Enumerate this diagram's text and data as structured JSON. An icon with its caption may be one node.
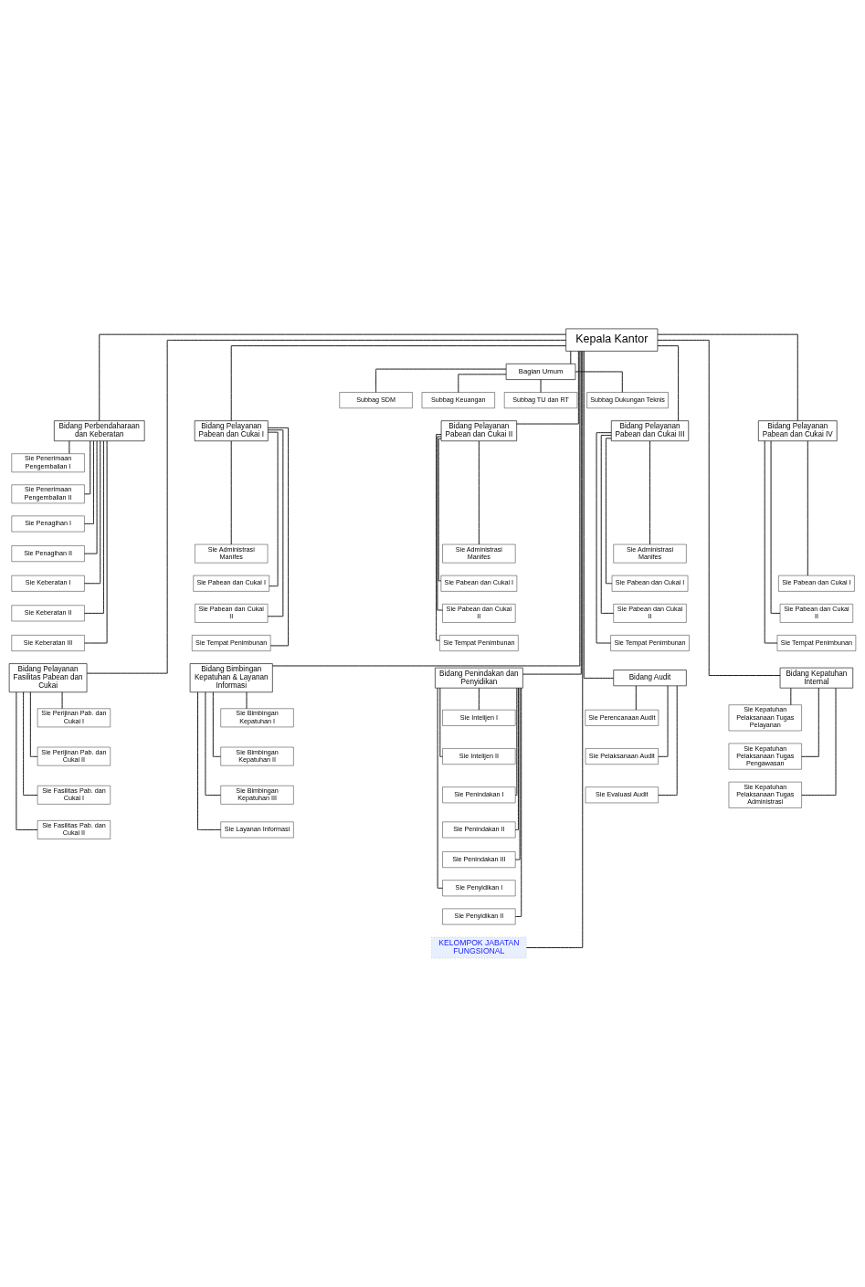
{
  "diagram": {
    "nodes": [
      {
        "text": [
          "Kepala Kantor"
        ]
      },
      {
        "text": [
          "Bagian Umum"
        ]
      },
      {
        "text": [
          "Subbag SDM"
        ]
      },
      {
        "text": [
          "Subbag Keuangan"
        ]
      },
      {
        "text": [
          "Subbag TU dan RT"
        ]
      },
      {
        "text": [
          "Subbag Dukungan Teknis"
        ]
      },
      {
        "text": [
          "Bidang Perbendaharaan dan Keberatan"
        ]
      },
      {
        "text": [
          "Sie Penerimaan Pengembalian I"
        ]
      },
      {
        "text": [
          "Sie Penerimaan Pengembalian II"
        ]
      },
      {
        "text": [
          "Sie Penagihan I"
        ]
      },
      {
        "text": [
          "Sie Penagihan II"
        ]
      },
      {
        "text": [
          "Sie Keberatan I"
        ]
      },
      {
        "text": [
          "Sie Keberatan II"
        ]
      },
      {
        "text": [
          "Sie Keberatan III"
        ]
      },
      {
        "text": [
          "Bidang Pelayanan Pabean dan Cukai I"
        ]
      },
      {
        "text": [
          "Sie Administrasi Manifes"
        ]
      },
      {
        "text": [
          "Sie Pabean dan Cukai I"
        ]
      },
      {
        "text": [
          "Sie Pabean dan Cukai II"
        ]
      },
      {
        "text": [
          "Sie Tempat Penimbunan"
        ]
      },
      {
        "text": [
          "Bidang Pelayanan Pabean dan Cukai II"
        ]
      },
      {
        "text": [
          "Sie Administrasi Manifes"
        ]
      },
      {
        "text": [
          "Sie Pabean dan Cukai I"
        ]
      },
      {
        "text": [
          "Sie Pabean dan Cukai II"
        ]
      },
      {
        "text": [
          "Sie Tempat Penimbunan"
        ]
      },
      {
        "text": [
          "Bidang Pelayanan Pabean dan Cukai III"
        ]
      },
      {
        "text": [
          "Sie Administrasi Manifes"
        ]
      },
      {
        "text": [
          "Sie Pabean dan Cukai I"
        ]
      },
      {
        "text": [
          "Sie Pabean dan Cukai II"
        ]
      },
      {
        "text": [
          "Sie Tempat Penimbunan"
        ]
      },
      {
        "text": [
          "Bidang Pelayanan Pabean dan Cukai IV"
        ]
      },
      {
        "text": [
          "Sie Pabean dan Cukai I"
        ]
      },
      {
        "text": [
          "Sie Pabean dan Cukai II"
        ]
      },
      {
        "text": [
          "Sie Tempat Penimbunan"
        ]
      },
      {
        "text": [
          "Bidang Pelayanan Fasilitas Pabean dan Cukai"
        ]
      },
      {
        "text": [
          "Sie Perijinan Pab. dan Cukai I"
        ]
      },
      {
        "text": [
          "Sie Perijinan Pab. dan Cukai II"
        ]
      },
      {
        "text": [
          "Sie Fasilitas Pab. dan Cukai I"
        ]
      },
      {
        "text": [
          "Sie Fasilitas Pab. dan Cukai II"
        ]
      },
      {
        "text": [
          "Bidang Bimbingan Kepatuhan & Layanan Informasi"
        ]
      },
      {
        "text": [
          "Sie Bimbingan Kepatuhan I"
        ]
      },
      {
        "text": [
          "Sie Bimbingan Kepatuhan II"
        ]
      },
      {
        "text": [
          "Sie Bimbingan Kepatuhan III"
        ]
      },
      {
        "text": [
          "Sie Layanan Informasi"
        ]
      },
      {
        "text": [
          "Bidang Penindakan dan Penyidikan"
        ]
      },
      {
        "text": [
          "Sie Intelijen I"
        ]
      },
      {
        "text": [
          "Sie Intelijen II"
        ]
      },
      {
        "text": [
          "Sie Penindakan I"
        ]
      },
      {
        "text": [
          "Sie Penindakan II"
        ]
      },
      {
        "text": [
          "Sie Penindakan III"
        ]
      },
      {
        "text": [
          "Sie Penyidikan I"
        ]
      },
      {
        "text": [
          "Sie Penyidikan II"
        ]
      },
      {
        "text": [
          "Bidang Audit"
        ]
      },
      {
        "text": [
          "Sie Perencanaan Audit"
        ]
      },
      {
        "text": [
          "Sie Pelaksanaan Audit"
        ]
      },
      {
        "text": [
          "Sie Evaluasi Audit"
        ]
      },
      {
        "text": [
          "Bidang Kepatuhan Internal"
        ]
      },
      {
        "text": [
          "Sie Kepatuhan Pelaksanaan Tugas Pelayanan"
        ]
      },
      {
        "text": [
          "Sie Kepatuhan Pelaksanaan Tugas Pengawasan"
        ]
      },
      {
        "text": [
          "Sie Kepatuhan Pelaksanaan Tugas Administrasi"
        ]
      },
      {
        "text": [
          "KELOMPOK JABATAN FUNGSIONAL"
        ]
      }
    ],
    "edges": [
      {
        "from": 0,
        "to": 1,
        "arrow": "none"
      },
      {
        "from": 1,
        "to": 2,
        "arrow": "none"
      },
      {
        "from": 1,
        "to": 3,
        "arrow": "none"
      },
      {
        "from": 1,
        "to": 4,
        "arrow": "none"
      },
      {
        "from": 1,
        "to": 5,
        "arrow": "none"
      },
      {
        "from": 0,
        "to": 6,
        "arrow": "none"
      },
      {
        "from": 6,
        "to": 7,
        "arrow": "none"
      },
      {
        "from": 6,
        "to": 8,
        "arrow": "none"
      },
      {
        "from": 6,
        "to": 9,
        "arrow": "none"
      },
      {
        "from": 6,
        "to": 10,
        "arrow": "none"
      },
      {
        "from": 6,
        "to": 11,
        "arrow": "none"
      },
      {
        "from": 6,
        "to": 12,
        "arrow": "none"
      },
      {
        "from": 6,
        "to": 13,
        "arrow": "none"
      },
      {
        "from": 0,
        "to": 14,
        "arrow": "none"
      },
      {
        "from": 14,
        "to": 15,
        "arrow": "none"
      },
      {
        "from": 14,
        "to": 16,
        "arrow": "none"
      },
      {
        "from": 14,
        "to": 17,
        "arrow": "none"
      },
      {
        "from": 14,
        "to": 18,
        "arrow": "none"
      },
      {
        "from": 0,
        "to": 19,
        "arrow": "none"
      },
      {
        "from": 19,
        "to": 20,
        "arrow": "none"
      },
      {
        "from": 19,
        "to": 21,
        "arrow": "none"
      },
      {
        "from": 19,
        "to": 22,
        "arrow": "none"
      },
      {
        "from": 19,
        "to": 23,
        "arrow": "none"
      },
      {
        "from": 0,
        "to": 24,
        "arrow": "none"
      },
      {
        "from": 24,
        "to": 25,
        "arrow": "none"
      },
      {
        "from": 24,
        "to": 26,
        "arrow": "none"
      },
      {
        "from": 24,
        "to": 27,
        "arrow": "none"
      },
      {
        "from": 24,
        "to": 28,
        "arrow": "none"
      },
      {
        "from": 0,
        "to": 29,
        "arrow": "none"
      },
      {
        "from": 29,
        "to": 30,
        "arrow": "none"
      },
      {
        "from": 29,
        "to": 31,
        "arrow": "none"
      },
      {
        "from": 29,
        "to": 32,
        "arrow": "none"
      },
      {
        "from": 0,
        "to": 33,
        "arrow": "none"
      },
      {
        "from": 33,
        "to": 34,
        "arrow": "none"
      },
      {
        "from": 33,
        "to": 35,
        "arrow": "none"
      },
      {
        "from": 33,
        "to": 36,
        "arrow": "none"
      },
      {
        "from": 33,
        "to": 37,
        "arrow": "none"
      },
      {
        "from": 0,
        "to": 38,
        "arrow": "none"
      },
      {
        "from": 38,
        "to": 39,
        "arrow": "none"
      },
      {
        "from": 38,
        "to": 40,
        "arrow": "none"
      },
      {
        "from": 38,
        "to": 41,
        "arrow": "none"
      },
      {
        "from": 38,
        "to": 42,
        "arrow": "none"
      },
      {
        "from": 0,
        "to": 43,
        "arrow": "none"
      },
      {
        "from": 43,
        "to": 44,
        "arrow": "none"
      },
      {
        "from": 43,
        "to": 45,
        "arrow": "none"
      },
      {
        "from": 43,
        "to": 46,
        "arrow": "none"
      },
      {
        "from": 43,
        "to": 47,
        "arrow": "none"
      },
      {
        "from": 43,
        "to": 48,
        "arrow": "none"
      },
      {
        "from": 43,
        "to": 49,
        "arrow": "none"
      },
      {
        "from": 43,
        "to": 50,
        "arrow": "none"
      },
      {
        "from": 0,
        "to": 51,
        "arrow": "none"
      },
      {
        "from": 51,
        "to": 52,
        "arrow": "none"
      },
      {
        "from": 51,
        "to": 53,
        "arrow": "none"
      },
      {
        "from": 51,
        "to": 54,
        "arrow": "none"
      },
      {
        "from": 0,
        "to": 55,
        "arrow": "none"
      },
      {
        "from": 55,
        "to": 56,
        "arrow": "none"
      },
      {
        "from": 55,
        "to": 57,
        "arrow": "none"
      },
      {
        "from": 55,
        "to": 58,
        "arrow": "none"
      },
      {
        "from": 0,
        "to": 59,
        "arrow": "none"
      }
    ]
  }
}
